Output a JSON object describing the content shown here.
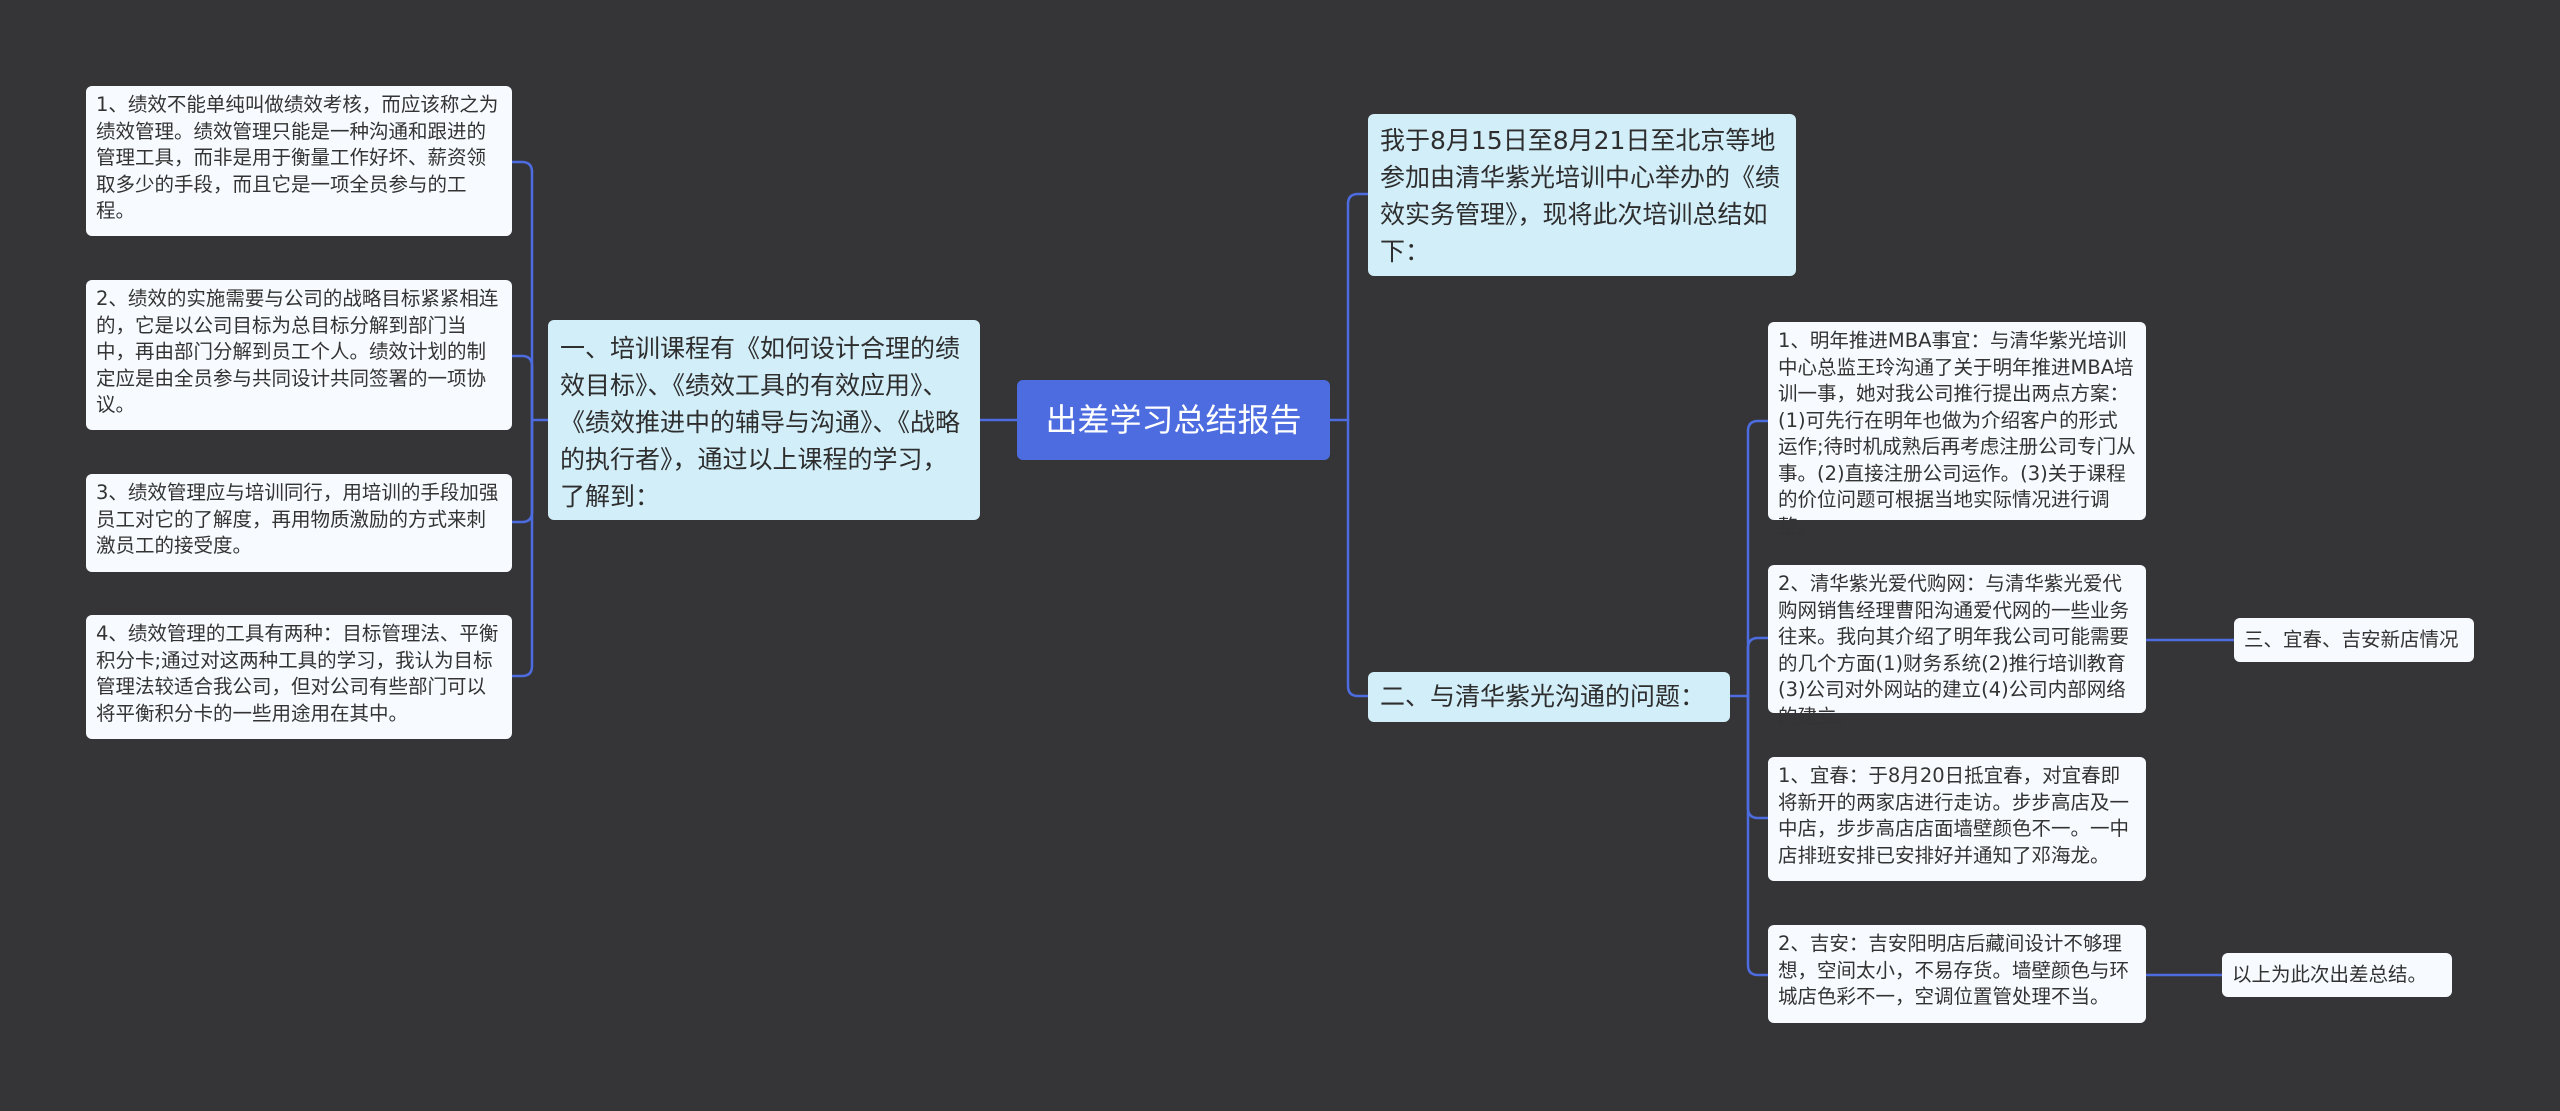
{
  "root": "出差学习总结报告",
  "left": {
    "branch": "一、培训课程有《如何设计合理的绩效目标》、《绩效工具的有效应用》、《绩效推进中的辅导与沟通》、《战略的执行者》，通过以上课程的学习，了解到：",
    "items": [
      "1、绩效不能单纯叫做绩效考核，而应该称之为绩效管理。绩效管理只能是一种沟通和跟进的管理工具，而非是用于衡量工作好坏、薪资领取多少的手段，而且它是一项全员参与的工程。",
      "2、绩效的实施需要与公司的战略目标紧紧相连的，它是以公司目标为总目标分解到部门当中，再由部门分解到员工个人。绩效计划的制定应是由全员参与共同设计共同签署的一项协议。",
      "3、绩效管理应与培训同行，用培训的手段加强员工对它的了解度，再用物质激励的方式来刺激员工的接受度。",
      "4、绩效管理的工具有两种：目标管理法、平衡积分卡;通过对这两种工具的学习，我认为目标管理法较适合我公司，但对公司有些部门可以将平衡积分卡的一些用途用在其中。"
    ]
  },
  "right": {
    "intro": "我于8月15日至8月21日至北京等地参加由清华紫光培训中心举办的《绩效实务管理》，现将此次培训总结如下：",
    "branch": "二、与清华紫光沟通的问题：",
    "items": [
      "1、明年推进MBA事宜：与清华紫光培训中心总监王玲沟通了关于明年推进MBA培训一事，她对我公司推行提出两点方案：(1)可先行在明年也做为介绍客户的形式运作;待时机成熟后再考虑注册公司专门从事。(2)直接注册公司运作。(3)关于课程的价位问题可根据当地实际情况进行调整。",
      "2、清华紫光爱代购网：与清华紫光爱代购网销售经理曹阳沟通爱代网的一些业务往来。我向其介绍了明年我公司可能需要的几个方面(1)财务系统(2)推行培训教育(3)公司对外网站的建立(4)公司内部网络的建立。",
      "1、宜春：于8月20日抵宜春，对宜春即将新开的两家店进行走访。步步高店及一中店，步步高店店面墙壁颜色不一。一中店排班安排已安排好并通知了邓海龙。",
      "2、吉安：吉安阳明店后藏间设计不够理想，空间太小，不易存货。墙壁颜色与环城店色彩不一，空调位置管处理不当。"
    ],
    "side_items": [
      "三、宜春、吉安新店情况",
      "以上为此次出差总结。"
    ]
  },
  "colors": {
    "background": "#353538",
    "root": "#4d6ce0",
    "branch": "#d2eef9",
    "leaf": "#f7fbff",
    "line": "#4d6ce0"
  }
}
